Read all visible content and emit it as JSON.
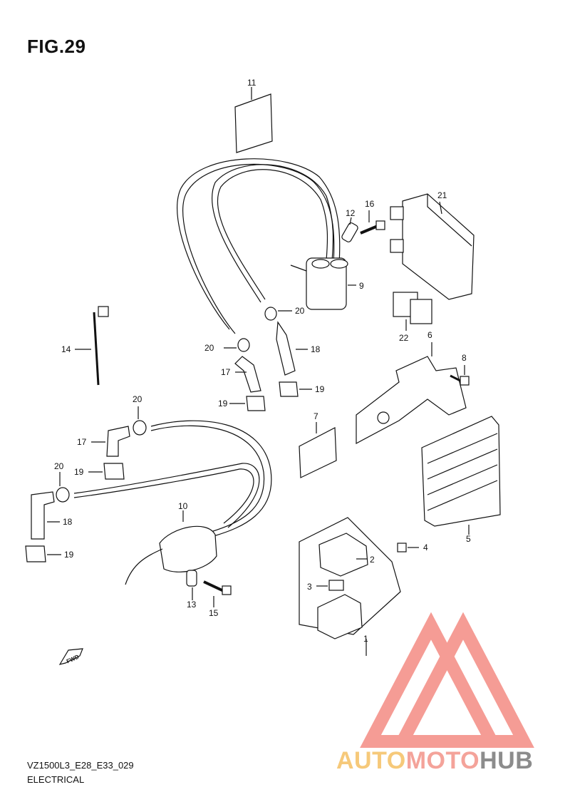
{
  "figure": {
    "title": "FIG.29"
  },
  "footer": {
    "code": "VZ1500L3_E28_E33_029",
    "section": "ELECTRICAL"
  },
  "fwd_label": "FWD",
  "callouts": {
    "p1": "1",
    "p2": "2",
    "p3": "3",
    "p4": "4",
    "p5": "5",
    "p6": "6",
    "p7": "7",
    "p8": "8",
    "p9": "9",
    "p10": "10",
    "p11": "11",
    "p12": "12",
    "p13": "13",
    "p14": "14",
    "p15": "15",
    "p16": "16",
    "p17a": "17",
    "p17b": "17",
    "p18a": "18",
    "p18b": "18",
    "p19a": "19",
    "p19b": "19",
    "p19c": "19",
    "p19d": "19",
    "p20a": "20",
    "p20b": "20",
    "p20c": "20",
    "p20d": "20",
    "p21": "21",
    "p22": "22"
  },
  "watermark": {
    "part1": "AUTO",
    "part2": "MOTO",
    "part3": "HUB"
  }
}
